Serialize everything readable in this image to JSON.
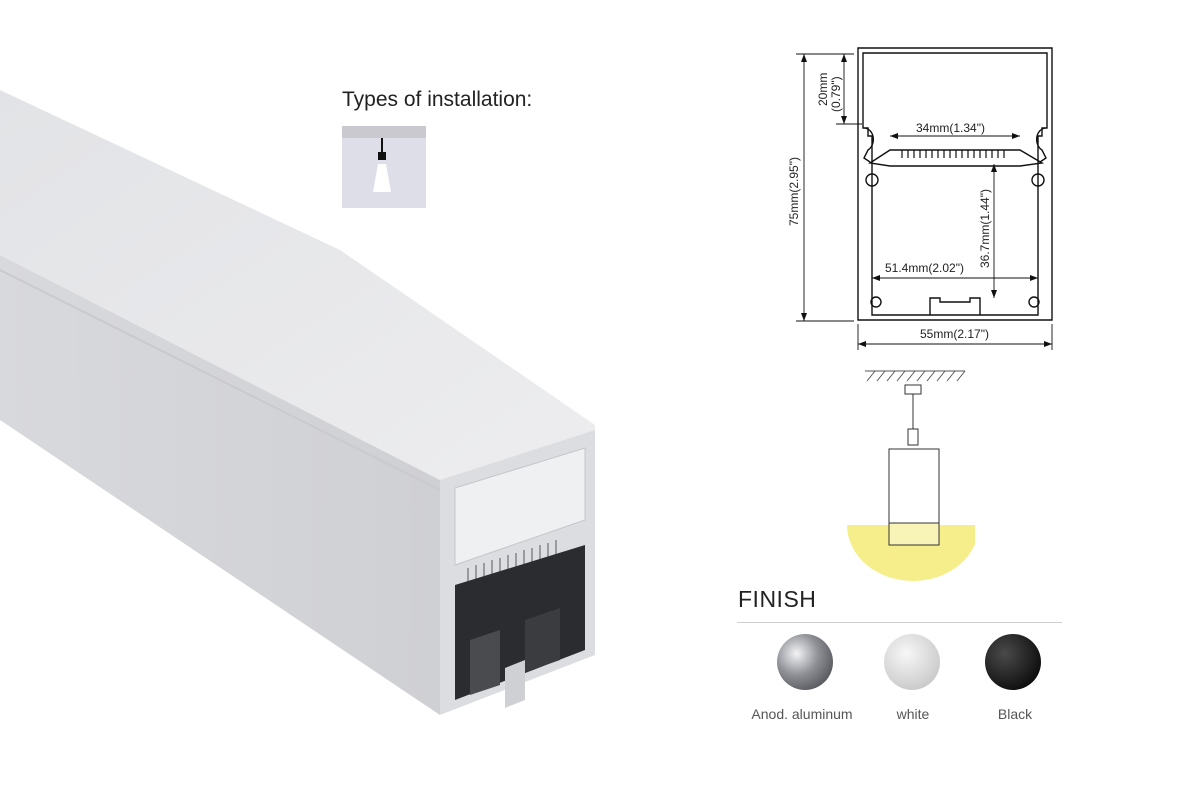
{
  "installation": {
    "title": "Types of installation:",
    "icon_name": "pendant-install-icon"
  },
  "drawing": {
    "dim_height_top": "20mm",
    "dim_height_top_in": "(0.79\")",
    "dim_total_height": "75mm(2.95\")",
    "dim_inner_top_width": "34mm(1.34\")",
    "dim_inner_height": "36.7mm(1.44\")",
    "dim_inner_width": "51.4mm(2.02\")",
    "dim_total_width": "55mm(2.17\")"
  },
  "finish": {
    "title": "FINISH",
    "options": [
      {
        "label": "Anod. aluminum",
        "color": "#8e9096"
      },
      {
        "label": "white",
        "color": "#d9d9d9"
      },
      {
        "label": "Black",
        "color": "#1a1a1a"
      }
    ]
  },
  "colors": {
    "profile_body": "#d7d8dc",
    "diffuser": "#eaeaec",
    "light_glow": "#f5ee8a"
  }
}
